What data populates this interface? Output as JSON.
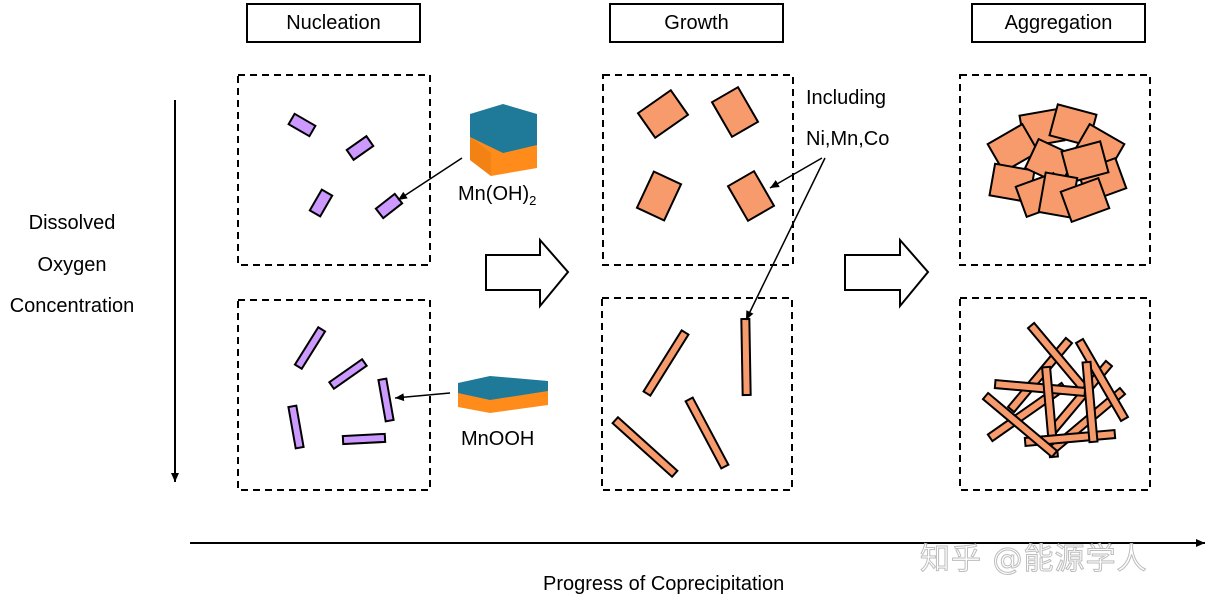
{
  "stages": [
    {
      "title": "Nucleation"
    },
    {
      "title": "Growth"
    },
    {
      "title": "Aggregation"
    }
  ],
  "y_axis_label": [
    "Dissolved",
    "Oxygen",
    "Concentration"
  ],
  "x_axis_label": "Progress of Coprecipitation",
  "phases": {
    "mn_oh2": {
      "base": "Mn(OH)",
      "subscript": "2",
      "top_color": "#1f7a9a",
      "side_color": "#ff8c1a"
    },
    "mnooh": {
      "label": "MnOOH",
      "top_color": "#1f7a9a",
      "side_color": "#ff8c1a"
    }
  },
  "growth_note": [
    "Including",
    "Ni,Mn,Co"
  ],
  "colors": {
    "nuclei": "#cc99ff",
    "particles": "#f79b6c",
    "stroke": "#000000"
  },
  "watermark": "知乎 @能源学人"
}
